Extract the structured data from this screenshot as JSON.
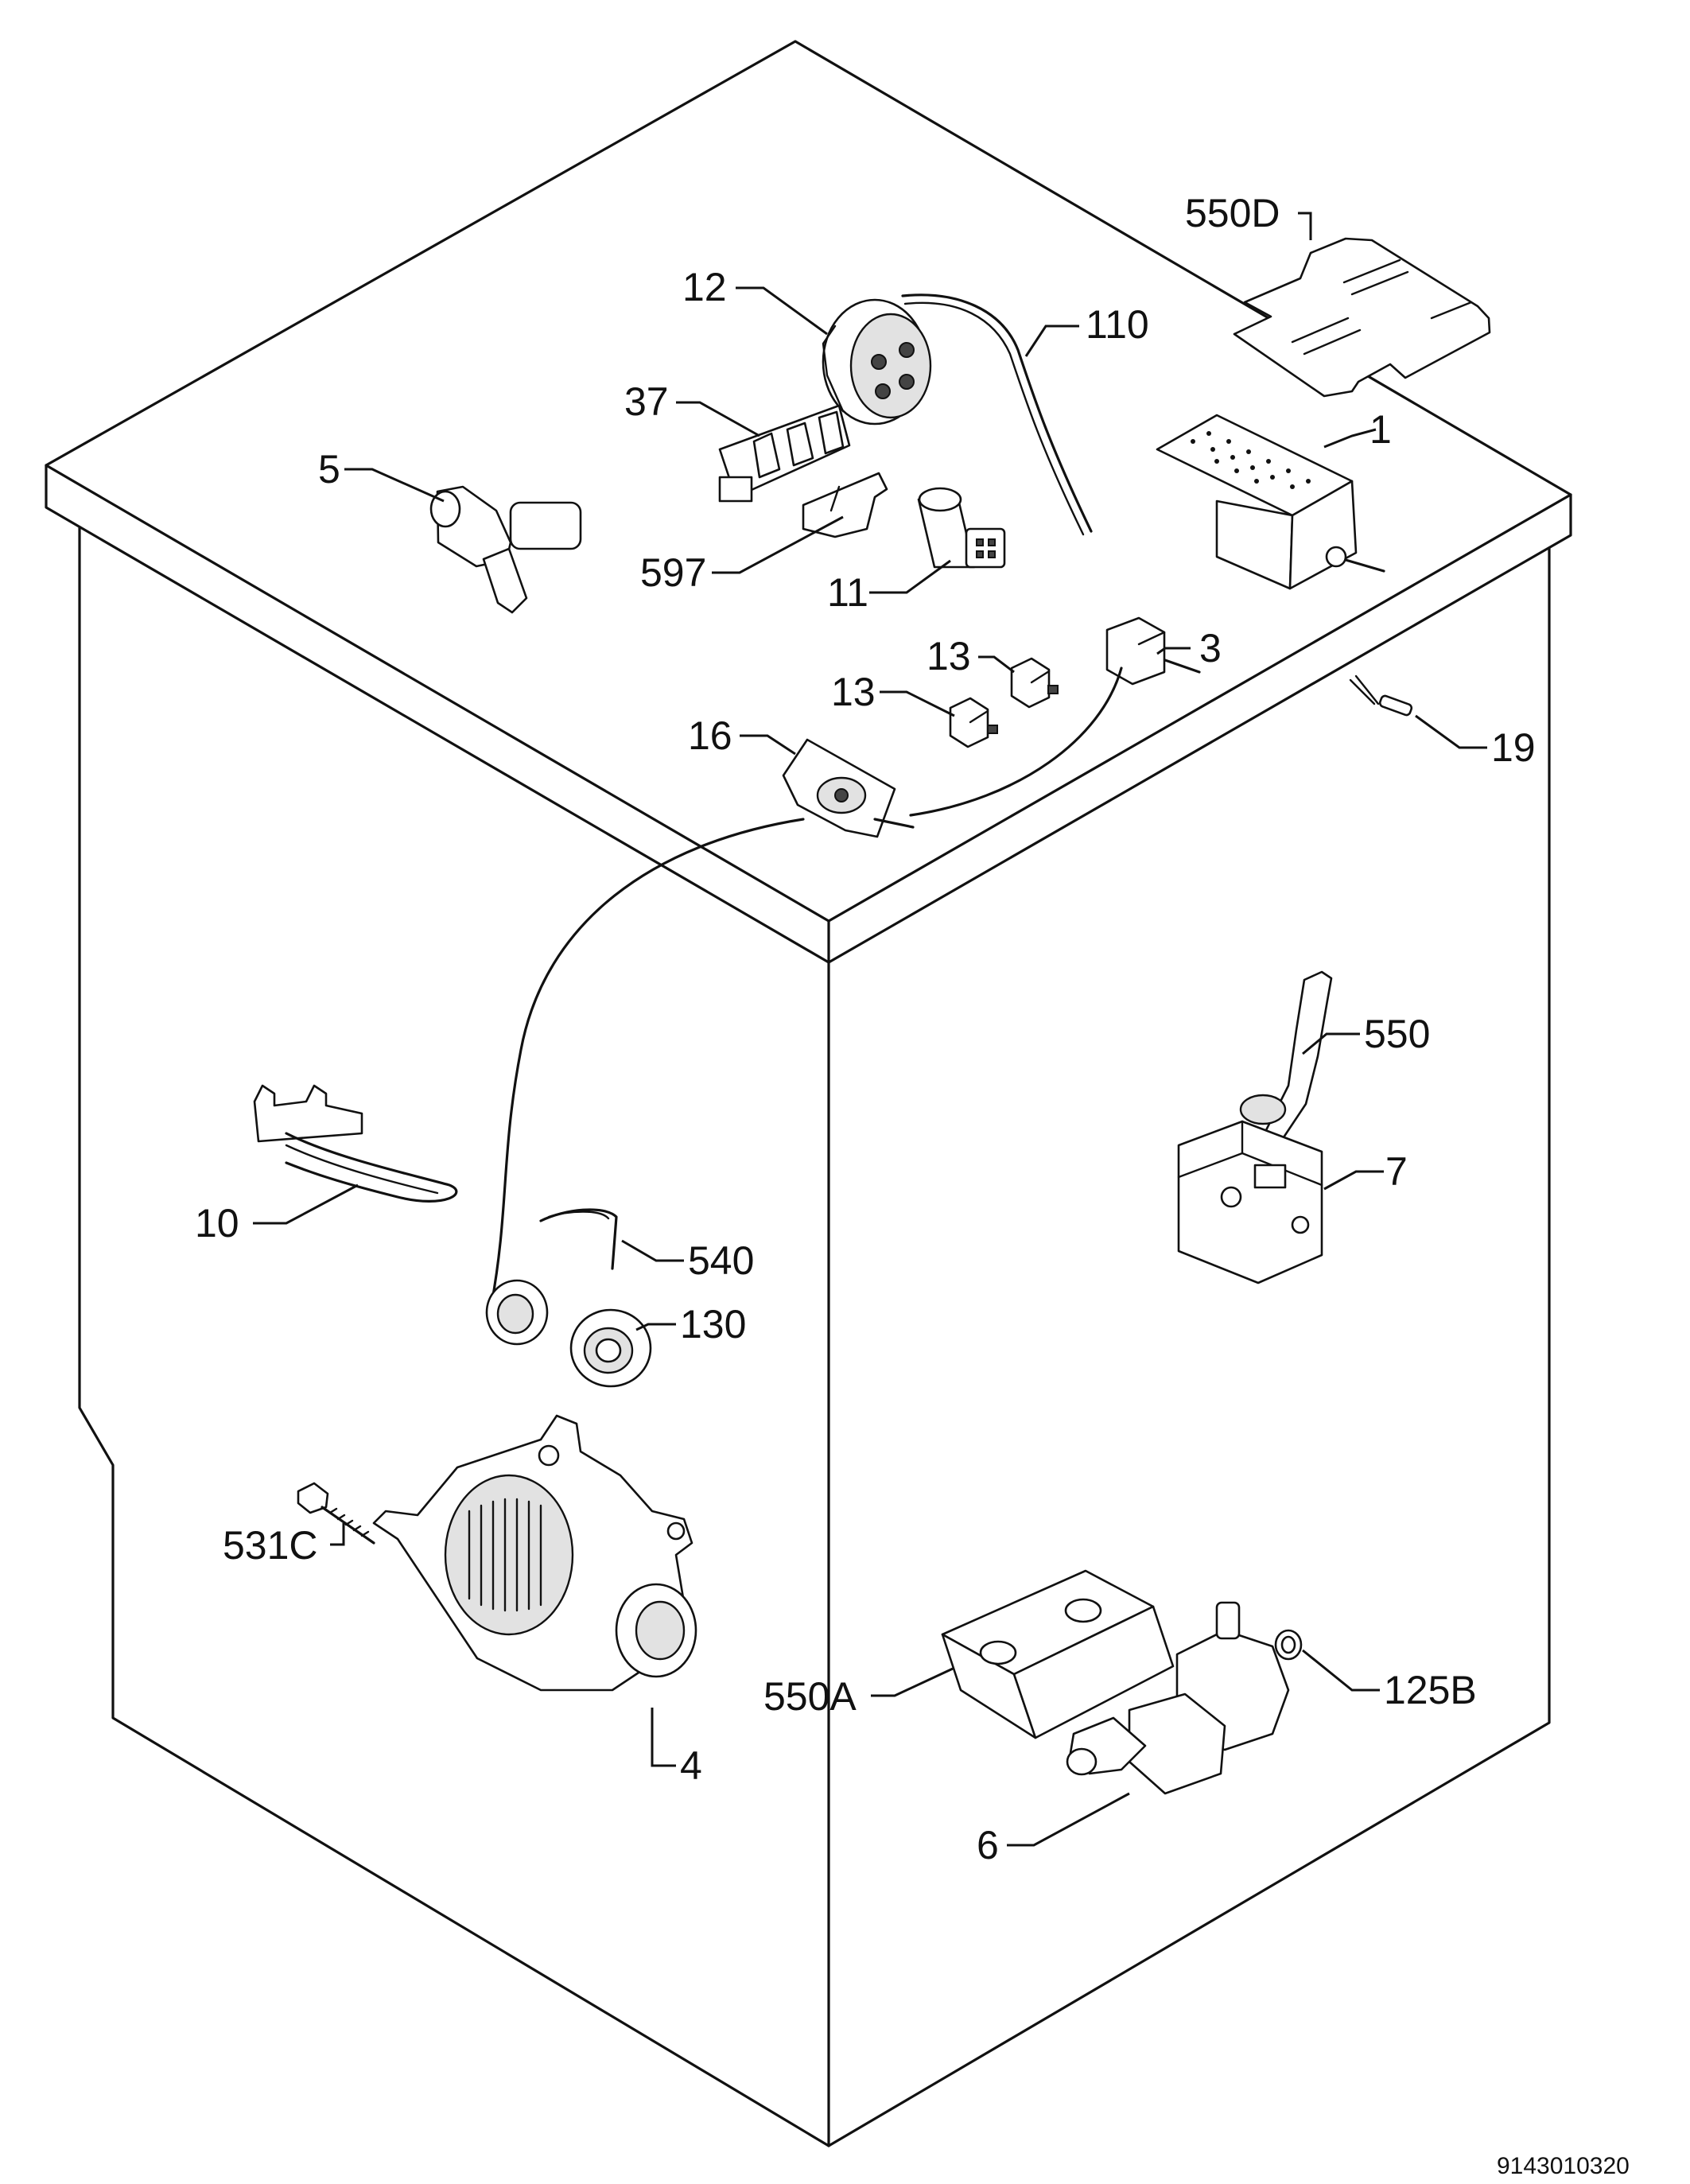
{
  "drawing_number": "9143010320",
  "parts": [
    {
      "id": "550d",
      "label": "550D"
    },
    {
      "id": "12",
      "label": "12"
    },
    {
      "id": "110",
      "label": "110"
    },
    {
      "id": "37",
      "label": "37"
    },
    {
      "id": "1",
      "label": "1"
    },
    {
      "id": "5",
      "label": "5"
    },
    {
      "id": "597",
      "label": "597"
    },
    {
      "id": "11",
      "label": "11"
    },
    {
      "id": "13a",
      "label": "13"
    },
    {
      "id": "3",
      "label": "3"
    },
    {
      "id": "13b",
      "label": "13"
    },
    {
      "id": "16",
      "label": "16"
    },
    {
      "id": "19",
      "label": "19"
    },
    {
      "id": "550",
      "label": "550"
    },
    {
      "id": "7",
      "label": "7"
    },
    {
      "id": "10",
      "label": "10"
    },
    {
      "id": "540",
      "label": "540"
    },
    {
      "id": "130",
      "label": "130"
    },
    {
      "id": "531c",
      "label": "531C"
    },
    {
      "id": "4",
      "label": "4"
    },
    {
      "id": "550a",
      "label": "550A"
    },
    {
      "id": "125b",
      "label": "125B"
    },
    {
      "id": "6",
      "label": "6"
    }
  ]
}
